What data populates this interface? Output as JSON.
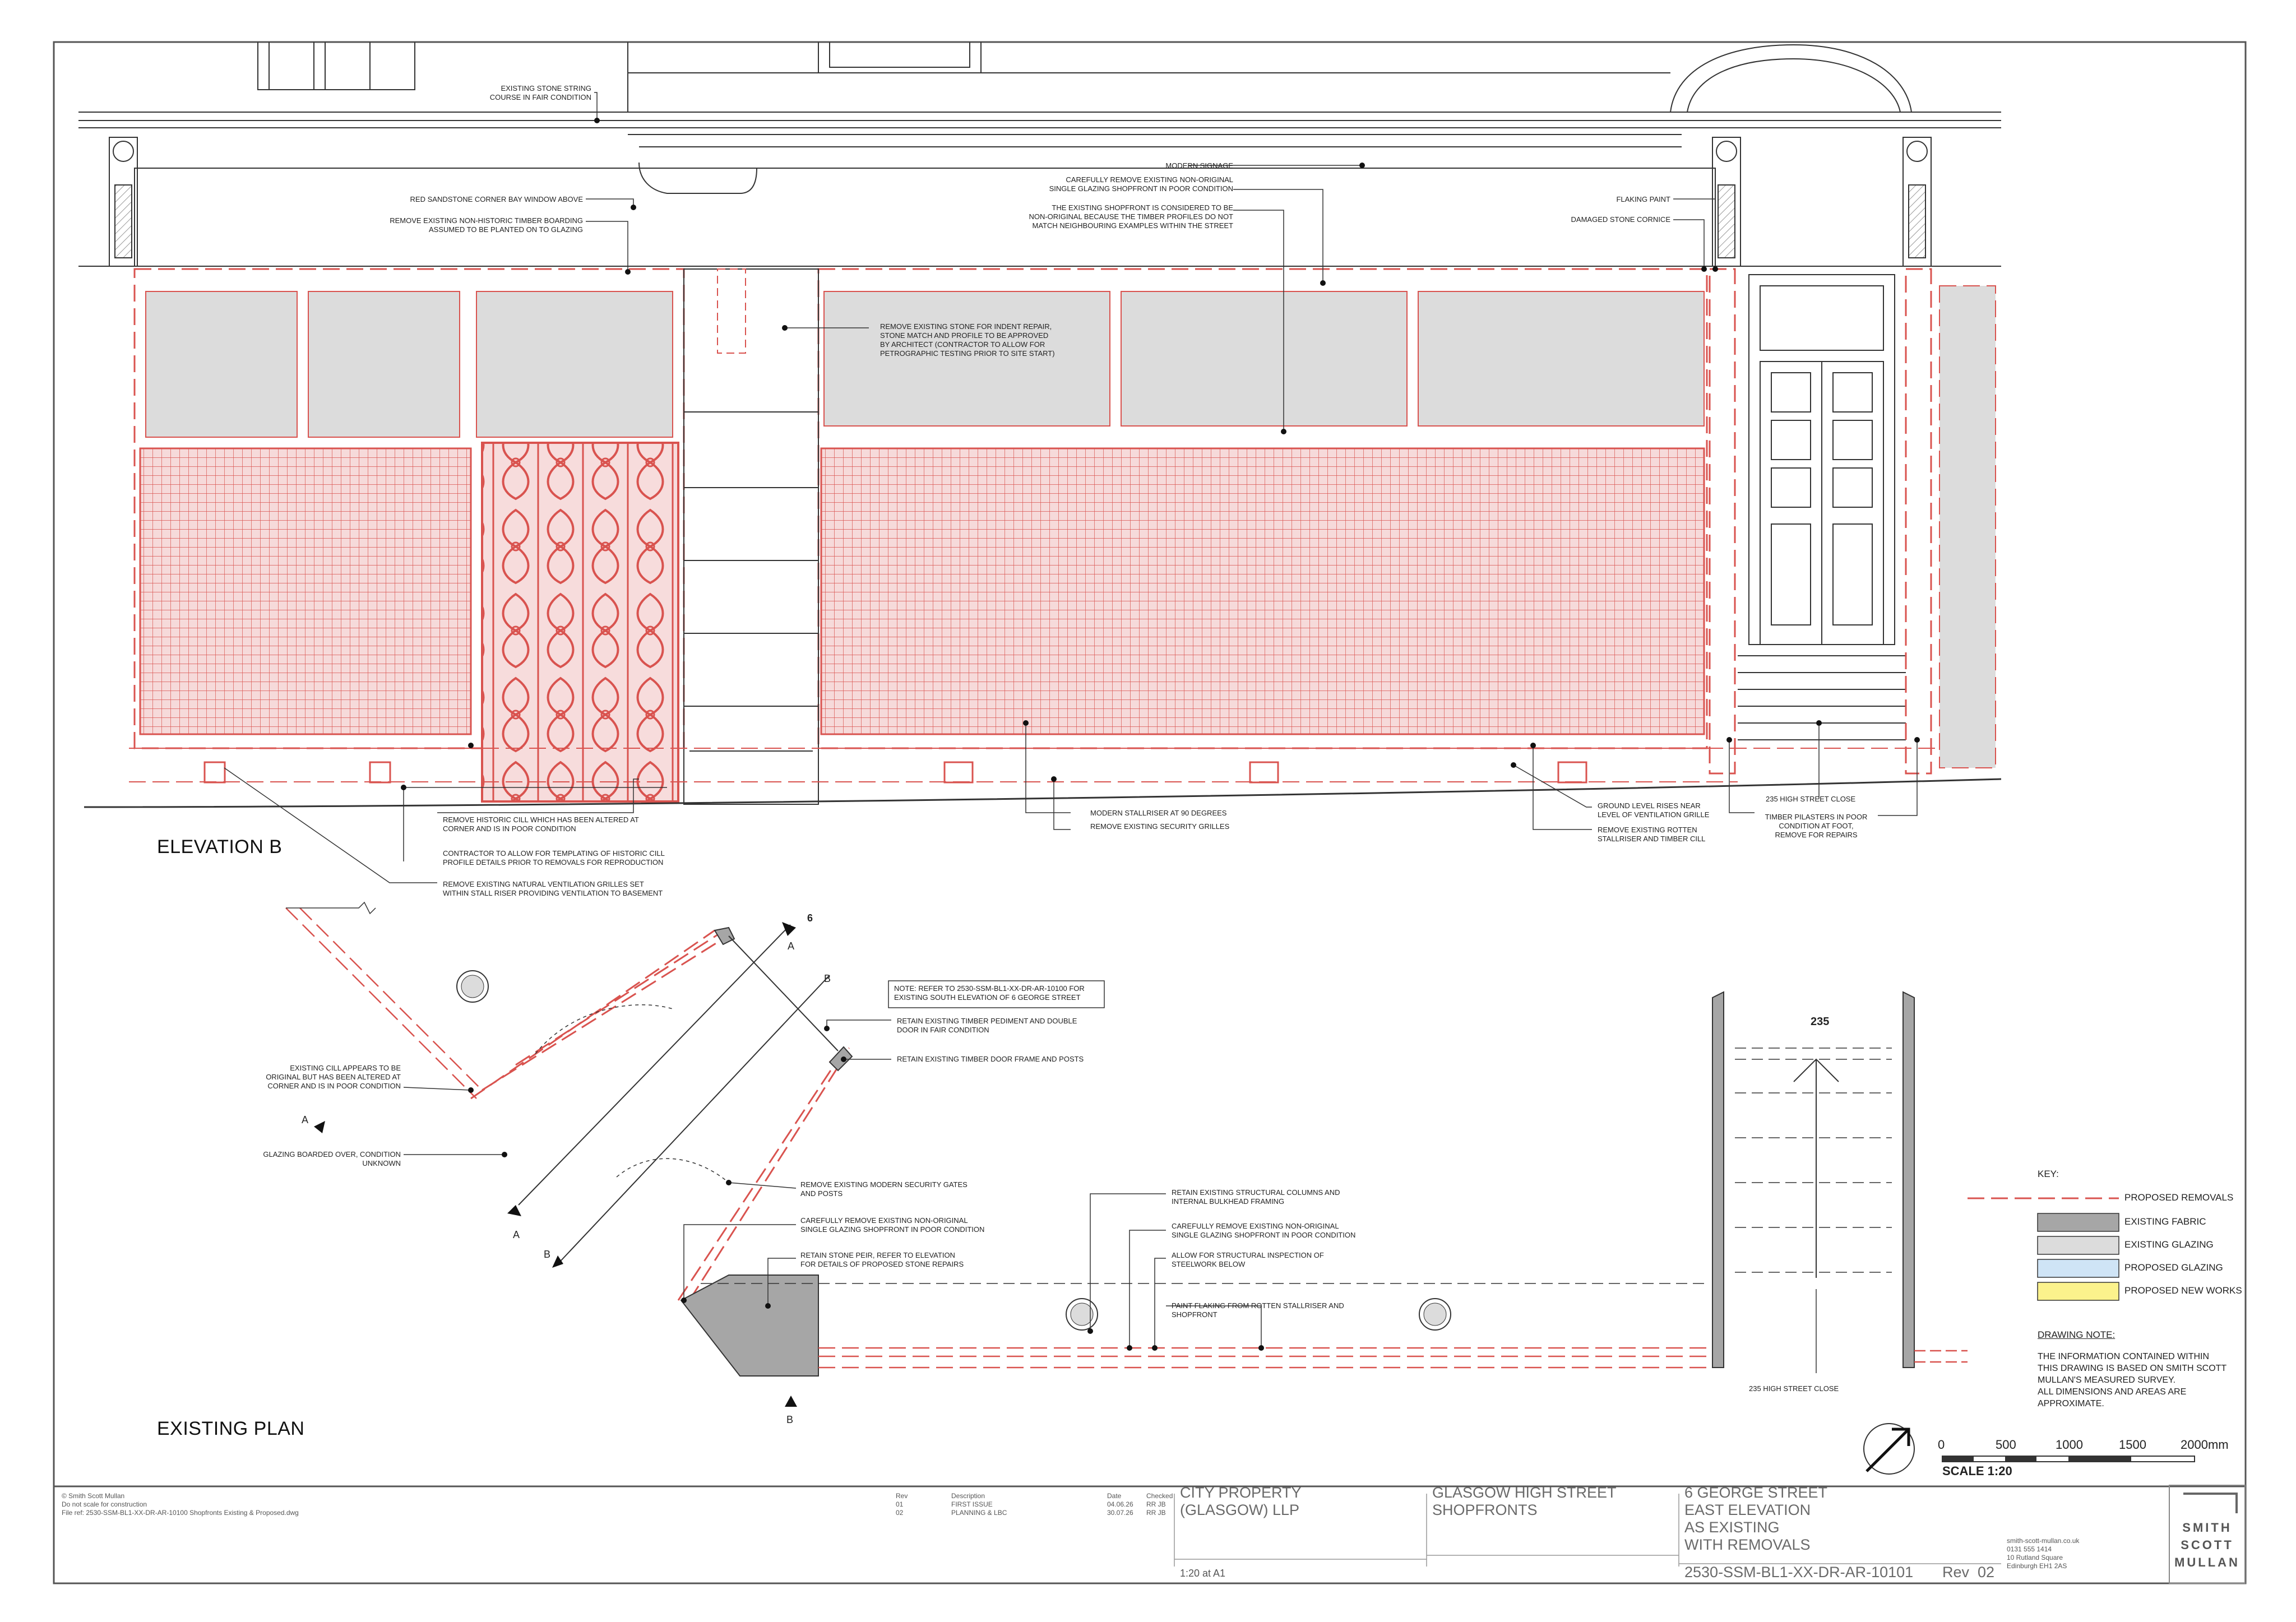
{
  "views": {
    "elevation_title": "ELEVATION B",
    "plan_title": "EXISTING PLAN"
  },
  "elevation_notes": {
    "string_course": "EXISTING STONE STRING\nCOURSE IN FAIR CONDITION",
    "bay_window": "RED SANDSTONE CORNER BAY WINDOW ABOVE",
    "timber_boarding": "REMOVE EXISTING NON-HISTORIC TIMBER BOARDING\nASSUMED TO BE PLANTED ON TO GLAZING",
    "signage": "MODERN SIGNAGE",
    "remove_shopfront": "CAREFULLY REMOVE EXISTING NON-ORIGINAL\nSINGLE GLAZING SHOPFRONT IN POOR CONDITION",
    "non_original": "THE EXISTING SHOPFRONT IS CONSIDERED TO BE\nNON-ORIGINAL BECAUSE THE TIMBER PROFILES DO NOT\nMATCH NEIGHBOURING EXAMPLES WITHIN THE STREET",
    "flaking_paint": "FLAKING PAINT",
    "damaged_cornice": "DAMAGED STONE CORNICE",
    "indent_repair": "REMOVE EXISTING STONE FOR INDENT REPAIR,\nSTONE MATCH AND PROFILE TO BE APPROVED\nBY ARCHITECT (CONTRACTOR TO ALLOW FOR\nPETROGRAPHIC TESTING PRIOR TO SITE START)",
    "historic_cill": "REMOVE HISTORIC CILL WHICH HAS BEEN ALTERED AT\nCORNER AND IS IN POOR CONDITION",
    "templating": "CONTRACTOR TO ALLOW FOR TEMPLATING OF HISTORIC CILL\nPROFILE DETAILS PRIOR TO REMOVALS FOR REPRODUCTION",
    "ventilation": "REMOVE EXISTING NATURAL VENTILATION GRILLES SET\nWITHIN STALL RISER PROVIDING VENTILATION TO BASEMENT",
    "stallriser": "MODERN STALLRISER AT 90 DEGREES",
    "security_grilles": "REMOVE EXISTING SECURITY GRILLES",
    "ground_level": "GROUND LEVEL RISES NEAR\nLEVEL OF VENTILATION GRILLE",
    "rotten_stallriser": "REMOVE EXISTING ROTTEN\nSTALLRISER AND TIMBER CILL",
    "close_elev": "235 HIGH STREET CLOSE",
    "pilasters": "TIMBER PILASTERS IN POOR\nCONDITION AT FOOT,\nREMOVE FOR REPAIRS"
  },
  "plan_notes": {
    "ref_note": "NOTE: REFER TO 2530-SSM-BL1-XX-DR-AR-10100 FOR\nEXISTING SOUTH ELEVATION OF 6 GEORGE STREET",
    "pediment": "RETAIN EXISTING TIMBER PEDIMENT AND DOUBLE\nDOOR IN FAIR CONDITION",
    "door_frame": "RETAIN EXISTING TIMBER DOOR FRAME AND POSTS",
    "cill_original": "EXISTING CILL APPEARS TO BE\nORIGINAL BUT HAS BEEN ALTERED AT\nCORNER AND IS IN POOR CONDITION",
    "glazing_boarded": "GLAZING BOARDED OVER, CONDITION\nUNKNOWN",
    "security_gates": "REMOVE EXISTING MODERN SECURITY GATES\nAND POSTS",
    "remove_shopfront": "CAREFULLY REMOVE EXISTING NON-ORIGINAL\nSINGLE GLAZING SHOPFRONT IN POOR CONDITION",
    "stone_peir": "RETAIN STONE PEIR, REFER TO ELEVATION\nFOR DETAILS OF PROPOSED STONE REPAIRS",
    "structural_columns": "RETAIN EXISTING STRUCTURAL COLUMNS AND\nINTERNAL BULKHEAD FRAMING",
    "remove_shopfront_2": "CAREFULLY REMOVE EXISTING NON-ORIGINAL\nSINGLE GLAZING SHOPFRONT IN POOR CONDITION",
    "steelwork": "ALLOW FOR STRUCTURAL INSPECTION OF\nSTEELWORK BELOW",
    "paint_flaking": "PAINT FLAKING FROM ROTTEN STALLRISER AND\nSHOPFRONT",
    "close_plan": "235 HIGH STREET CLOSE",
    "close_number": "235",
    "section_6": "6",
    "section_a": "A",
    "section_b": "B"
  },
  "key": {
    "title": "KEY:",
    "items": [
      {
        "label": "PROPOSED REMOVALS",
        "color": "#d9534f",
        "kind": "line"
      },
      {
        "label": "EXISTING FABRIC",
        "color": "#a6a6a6",
        "kind": "box"
      },
      {
        "label": "EXISTING GLAZING",
        "color": "#dcdcdc",
        "kind": "box"
      },
      {
        "label": "PROPOSED GLAZING",
        "color": "#cfe4f6",
        "kind": "box"
      },
      {
        "label": "PROPOSED NEW WORKS",
        "color": "#fbf28c",
        "kind": "box"
      }
    ],
    "drawing_note_title": "DRAWING NOTE:",
    "drawing_note": "THE INFORMATION CONTAINED WITHIN\nTHIS DRAWING IS BASED ON SMITH SCOTT\nMULLAN'S MEASURED SURVEY.\nALL DIMENSIONS AND AREAS ARE\nAPPROXIMATE."
  },
  "scale_bar": {
    "ticks": [
      "0",
      "500",
      "1000",
      "1500",
      "2000mm"
    ],
    "label": "SCALE 1:20"
  },
  "title_block": {
    "copyright": "© Smith Scott Mullan\nDo not scale for construction\nFile ref: 2530-SSM-BL1-XX-DR-AR-10100 Shopfronts Existing & Proposed.dwg",
    "rev_header": "Rev",
    "rev_values": "01\n02",
    "desc_header": "Description",
    "desc_values": "FIRST ISSUE\nPLANNING & LBC",
    "date_header": "Date",
    "date_values": "04.06.26\n30.07.26",
    "checked_header": "Checked",
    "checked_values": "RR JB\nRR JB",
    "client": "CITY PROPERTY\n(GLASGOW) LLP",
    "project": "GLASGOW HIGH STREET\nSHOPFRONTS",
    "drawing_title": "6 GEORGE STREET\nEAST ELEVATION\nAS EXISTING\nWITH REMOVALS",
    "scale": "1:20 at A1",
    "drawing_number": "2530-SSM-BL1-XX-DR-AR-10101",
    "revision": "Rev  02",
    "address": "smith-scott-mullan.co.uk\n0131 555 1414\n10 Rutland Square\nEdinburgh EH1 2AS",
    "logo": "SMITH\nSCOTT\nMULLAN"
  }
}
